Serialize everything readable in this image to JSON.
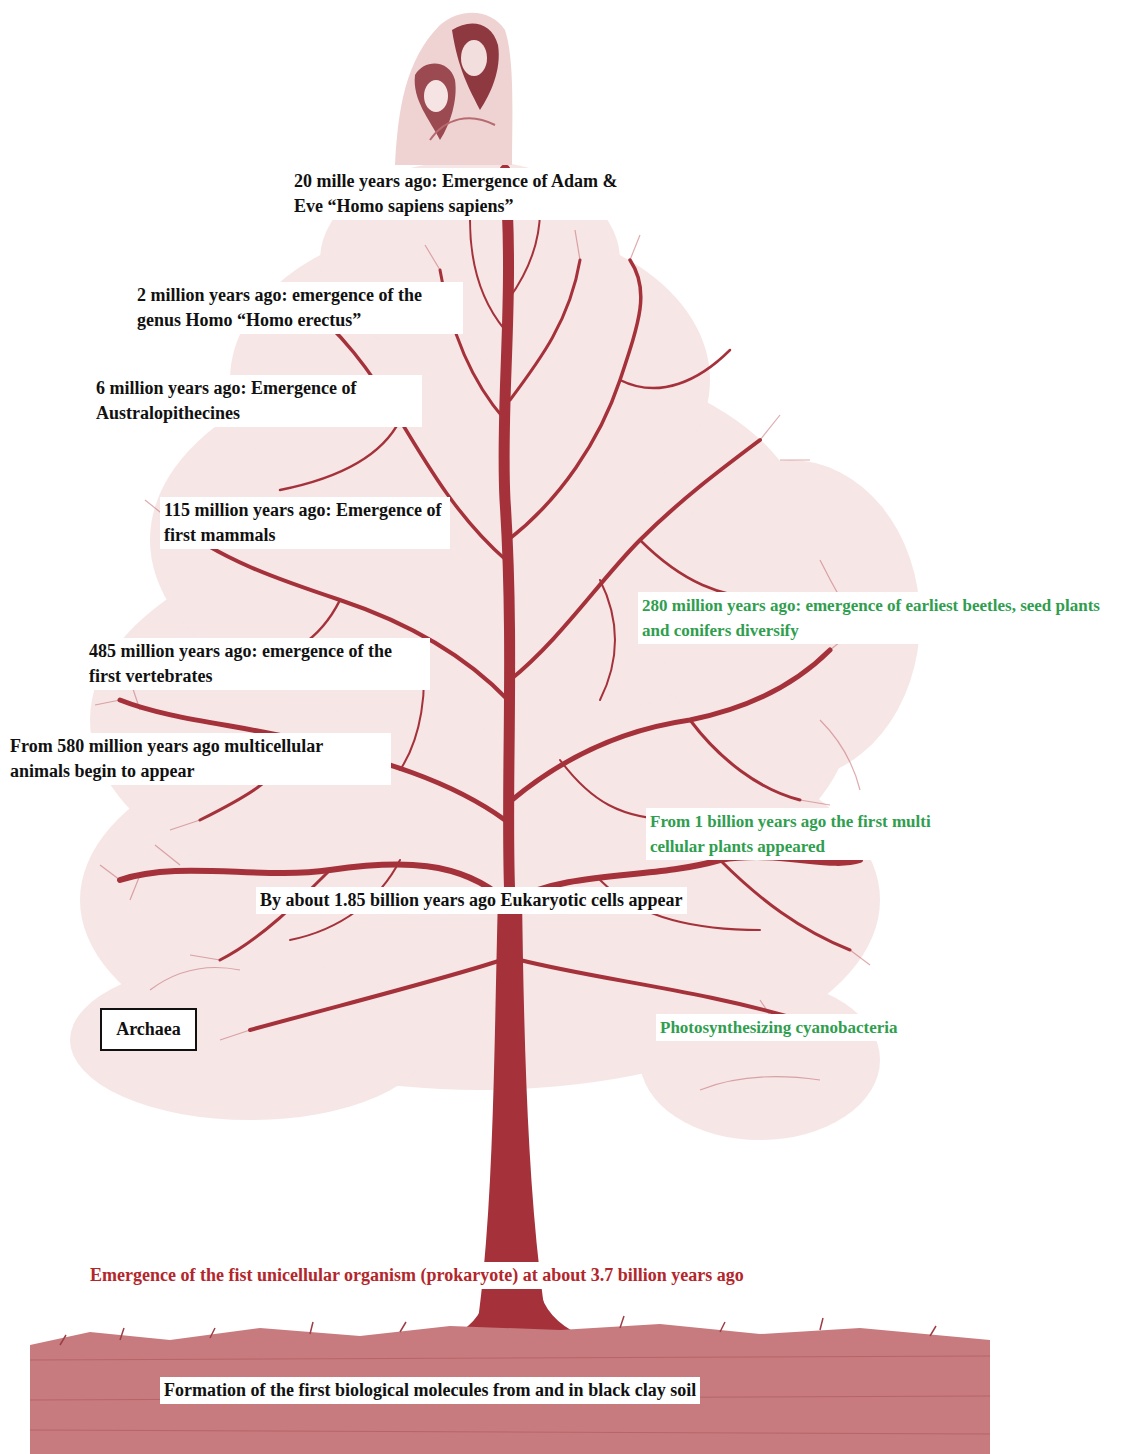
{
  "diagram": {
    "nodes": [
      {
        "text": [
          "Archaea"
        ]
      }
    ],
    "edges": [],
    "labels": [
      "20 mille years ago: Emergence of Adam & Eve “Homo sapiens sapiens”",
      "2 million years ago: emergence of the genus Homo “Homo erectus”",
      "6 million years ago: Emergence of Australopithecines",
      "115 million years ago: Emergence of first mammals",
      "280 million years ago: emergence of earliest beetles, seed plants and conifers diversify",
      "485 million years ago: emergence of the first vertebrates",
      "From 580 million years ago multicellular animals begin to appear",
      "From 1 billion years ago the first multi cellular plants appeared",
      "By about 1.85 billion years ago Eukaryotic cells appear",
      "Photosynthesizing cyanobacteria",
      "Emergence of the fist unicellular organism (prokaryote) at about 3.7 billion years ago",
      "Formation of the first biological molecules from and in black clay soil"
    ]
  }
}
